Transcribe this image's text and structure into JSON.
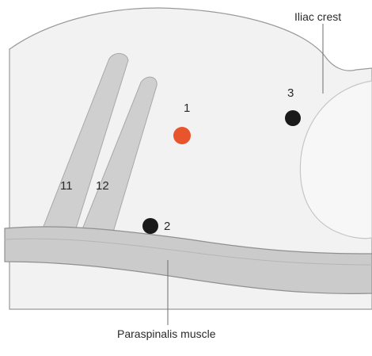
{
  "labels": {
    "iliac_crest": "Iliac crest",
    "paraspinalis": "Paraspinalis muscle",
    "rib_11": "11",
    "rib_12": "12"
  },
  "points": [
    {
      "label": "1",
      "color": "#e8542b"
    },
    {
      "label": "2",
      "color": "#1a1a1a"
    },
    {
      "label": "3",
      "color": "#1a1a1a"
    }
  ],
  "colors": {
    "body": "#f2f2f2",
    "outline": "#9a9a9a",
    "rib": "#cfcfcf",
    "muscle": "#cbcbcb",
    "hip": "#f7f7f7"
  }
}
